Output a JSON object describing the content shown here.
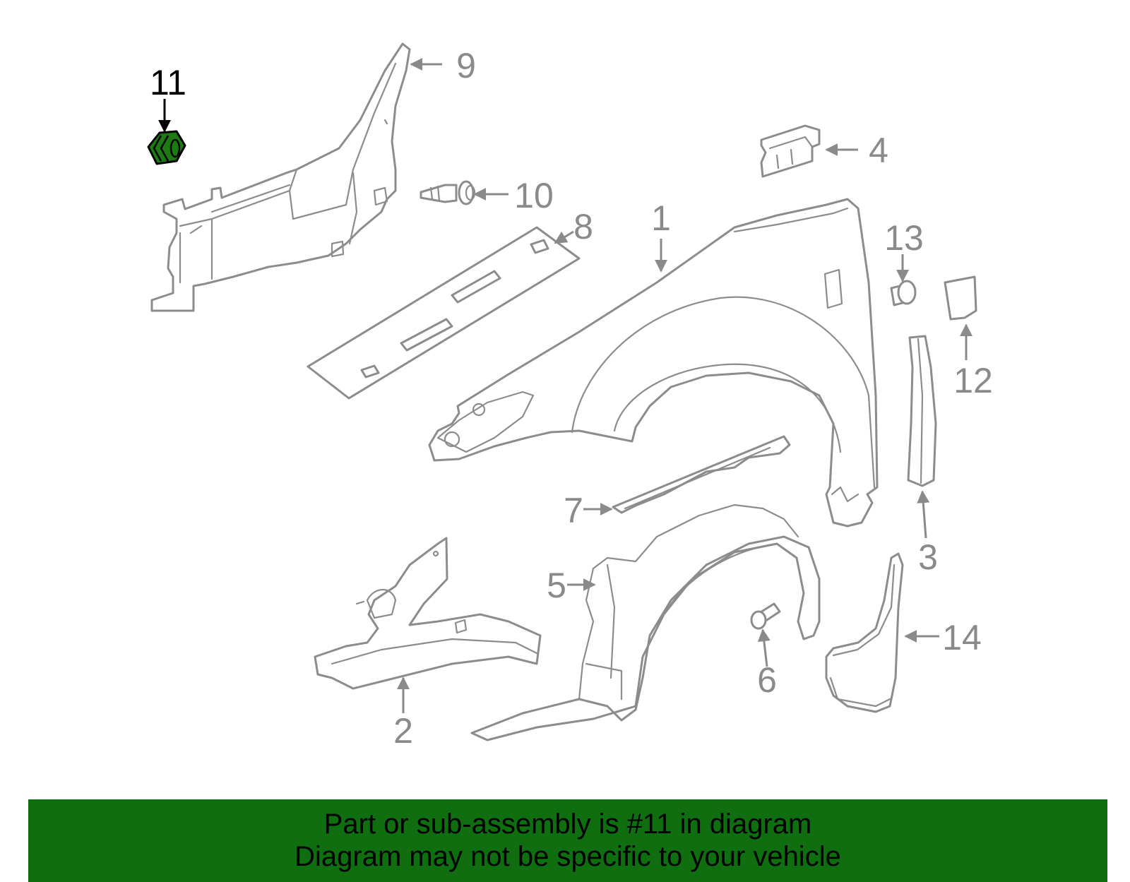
{
  "colors": {
    "highlight_part": "#1e7a12",
    "banner_background": "#0f6e0f",
    "line_art": "#8c8c8c",
    "highlight_label": "#000000"
  },
  "highlighted_part": "11",
  "callouts": [
    {
      "id": "1",
      "label": "1"
    },
    {
      "id": "2",
      "label": "2"
    },
    {
      "id": "3",
      "label": "3"
    },
    {
      "id": "4",
      "label": "4"
    },
    {
      "id": "5",
      "label": "5"
    },
    {
      "id": "6",
      "label": "6"
    },
    {
      "id": "7",
      "label": "7"
    },
    {
      "id": "8",
      "label": "8"
    },
    {
      "id": "9",
      "label": "9"
    },
    {
      "id": "10",
      "label": "10"
    },
    {
      "id": "11",
      "label": "11"
    },
    {
      "id": "12",
      "label": "12"
    },
    {
      "id": "13",
      "label": "13"
    },
    {
      "id": "14",
      "label": "14"
    }
  ],
  "banner": {
    "line1": "Part or sub-assembly is #11 in diagram",
    "line2": "Diagram may not be specific to your vehicle"
  }
}
